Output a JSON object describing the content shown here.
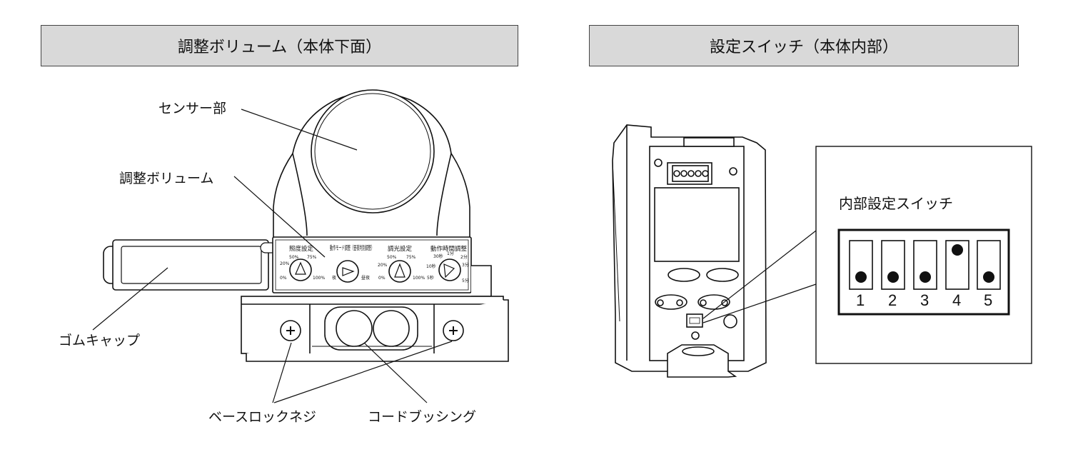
{
  "headers": {
    "left": "調整ボリューム（本体下面）",
    "right": "設定スイッチ（本体内部）"
  },
  "callouts": {
    "sensor": "センサー部",
    "volume": "調整ボリューム",
    "rubber_cap": "ゴムキャップ",
    "base_lock_screw": "ベースロックネジ",
    "cord_bushing": "コードブッシング"
  },
  "panel": {
    "knobs": [
      {
        "label": "照度設定",
        "marks": [
          "20%",
          "50%",
          "75%",
          "0%",
          "100%"
        ]
      },
      {
        "label": "動作モード調整（昼夜判別調整）",
        "marks": [
          "夜",
          "昼夜"
        ]
      },
      {
        "label": "調光設定",
        "marks": [
          "20%",
          "50%",
          "75%",
          "0%",
          "100%"
        ]
      },
      {
        "label": "動作時間調整",
        "marks": [
          "10秒",
          "30秒",
          "1分",
          "2分",
          "3分",
          "5分",
          "5秒"
        ]
      }
    ]
  },
  "inset": {
    "title": "内部設定スイッチ",
    "switches": [
      {
        "number": "1",
        "position": "down"
      },
      {
        "number": "2",
        "position": "down"
      },
      {
        "number": "3",
        "position": "down"
      },
      {
        "number": "4",
        "position": "up"
      },
      {
        "number": "5",
        "position": "down"
      }
    ]
  }
}
